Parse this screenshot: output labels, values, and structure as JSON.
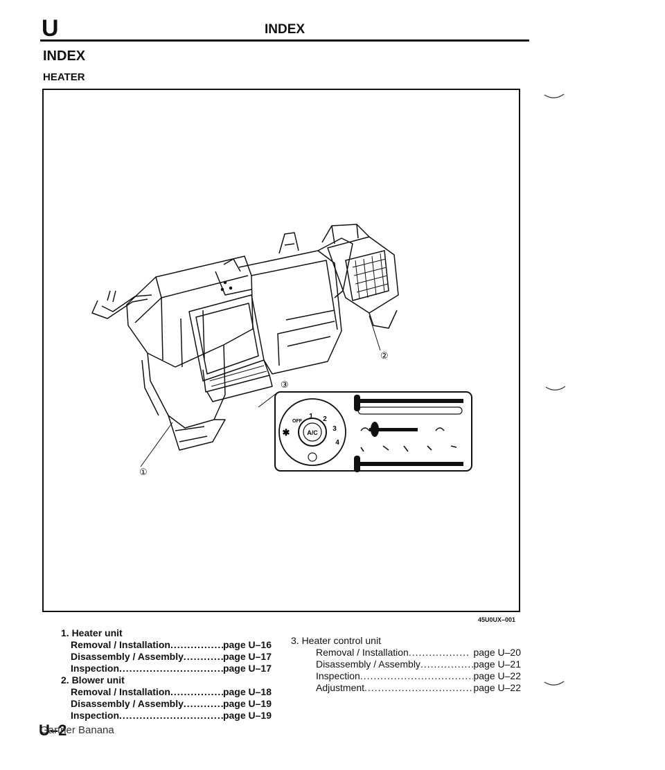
{
  "header": {
    "section_letter": "U",
    "title": "INDEX"
  },
  "page": {
    "heading": "INDEX",
    "section": "HEATER"
  },
  "figure": {
    "code": "45U0UX–001",
    "callouts": [
      "①",
      "②",
      "③"
    ],
    "control_panel": {
      "dial_numbers": [
        "1",
        "2",
        "3",
        "4"
      ],
      "off_label": "OFF",
      "ac_label": "A/C",
      "fan_icon": "fan-icon"
    }
  },
  "index_left": [
    {
      "title": "1. Heater unit",
      "items": [
        {
          "label": "Removal / Installation",
          "dots": "..................",
          "page": "page U–16"
        },
        {
          "label": "Disassembly / Assembly",
          "dots": "..................",
          "page": "page U–17"
        },
        {
          "label": "Inspection",
          "dots": "..............................................",
          "page": "page U–17"
        }
      ]
    },
    {
      "title": "2. Blower unit",
      "items": [
        {
          "label": "Removal / Installation",
          "dots": "..................",
          "page": "page U–18"
        },
        {
          "label": "Disassembly / Assembly",
          "dots": "..................",
          "page": "page U–19"
        },
        {
          "label": "Inspection",
          "dots": "..............................................",
          "page": "page U–19"
        }
      ]
    }
  ],
  "index_right": [
    {
      "title": "3. Heater control unit",
      "items": [
        {
          "label": "Removal / Installation",
          "dots": "..................",
          "page": "page U–20"
        },
        {
          "label": "Disassembly / Assembly",
          "dots": "..................",
          "page": "page U–21"
        },
        {
          "label": "Inspection",
          "dots": "..............................................",
          "page": "page U–22"
        },
        {
          "label": "Adjustment",
          "dots": "..............................................",
          "page": "page U–22"
        }
      ]
    }
  ],
  "footer": {
    "page_number": "U–2",
    "watermark": "Gartner Banana"
  }
}
